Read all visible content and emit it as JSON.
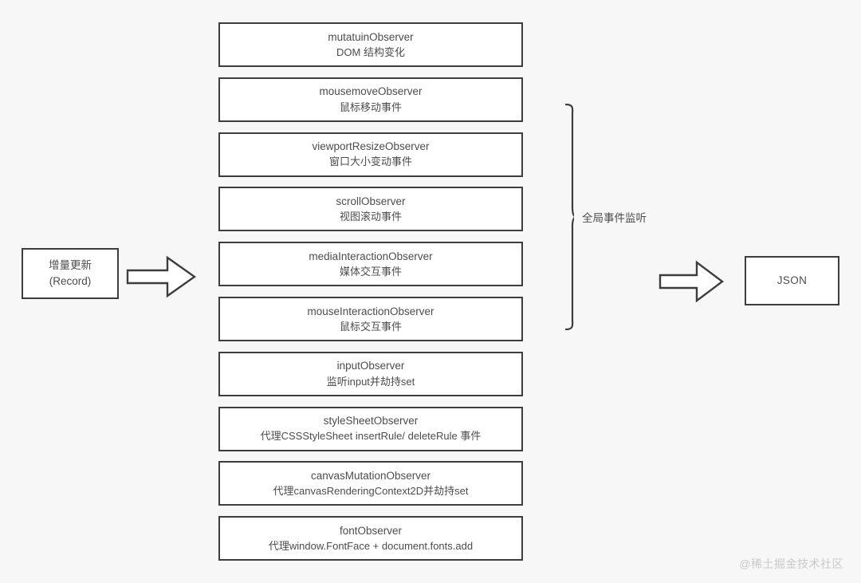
{
  "diagram": {
    "background_color": "#f7f7f7",
    "stroke_color": "#3d3d3d",
    "text_color": "#4c4c4c",
    "source": {
      "line1": "增量更新",
      "line2": "(Record)"
    },
    "arrow_in": "right-arrow-icon",
    "arrow_out": "right-arrow-icon",
    "output": {
      "label": "JSON"
    },
    "group_brace": {
      "label": "全局事件监听",
      "icon": "curly-brace-icon",
      "covers_from": "mousemoveObserver",
      "covers_to": "mouseInteractionObserver"
    },
    "observers": [
      {
        "name": "mutatuinObserver",
        "description": "DOM 结构变化"
      },
      {
        "name": "mousemoveObserver",
        "description": "鼠标移动事件"
      },
      {
        "name": "viewportResizeObserver",
        "description": "窗口大小变动事件"
      },
      {
        "name": "scrollObserver",
        "description": "视图滚动事件"
      },
      {
        "name": "mediaInteractionObserver",
        "description": "媒体交互事件"
      },
      {
        "name": "mouseInteractionObserver",
        "description": "鼠标交互事件"
      },
      {
        "name": "inputObserver",
        "description": "监听input并劫持set"
      },
      {
        "name": "styleSheetObserver",
        "description": "代理CSSStyleSheet insertRule/ deleteRule 事件"
      },
      {
        "name": "canvasMutationObserver",
        "description": "代理canvasRenderingContext2D并劫持set"
      },
      {
        "name": "fontObserver",
        "description": "代理window.FontFace + document.fonts.add"
      }
    ],
    "watermark": "@稀土掘金技术社区"
  }
}
